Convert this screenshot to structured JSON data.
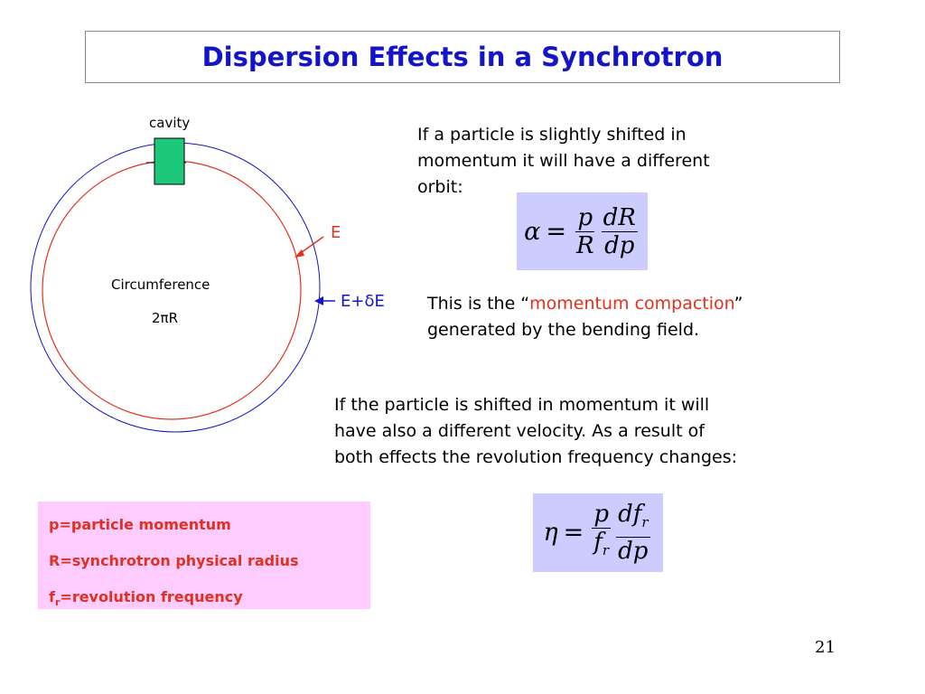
{
  "slide": {
    "title": "Dispersion Effects in a Synchrotron",
    "page_number": "21"
  },
  "diagram": {
    "cavity_label": "cavity",
    "orbit_label_E": "E",
    "orbit_label_E_plus_dE": "E+δE",
    "circumference_label": "Circumference",
    "circumference_formula": "2πR",
    "colors": {
      "orbit_E": "#e0301e",
      "orbit_E_plus_dE": "#1414c8",
      "cavity": "#1ec87a"
    }
  },
  "text1": {
    "lines": [
      "If a particle is slightly shifted in",
      "momentum it will have a different",
      "orbit:"
    ]
  },
  "formula_alpha": {
    "lhs": "α",
    "eq": "=",
    "num1": "p",
    "den1": "R",
    "num2": "dR",
    "den2": "dp"
  },
  "text2": {
    "prefix": "This is the “",
    "highlight": "momentum compaction",
    "suffix": "”",
    "line2": "generated by the bending field."
  },
  "text3": {
    "lines": [
      "If the particle is shifted in momentum it will",
      "have also a different velocity. As a result of",
      "both effects the revolution frequency changes:"
    ]
  },
  "formula_eta": {
    "lhs": "η",
    "eq": "=",
    "num1": "p",
    "den1": "f",
    "den1_sub": "r",
    "num2": "df",
    "num2_sub": "r",
    "den2": "dp"
  },
  "legend": {
    "line1": "p=particle momentum",
    "line2": "R=synchrotron physical radius",
    "line3_main": "f",
    "line3_sub": "r",
    "line3_rest": "=revolution frequency"
  }
}
